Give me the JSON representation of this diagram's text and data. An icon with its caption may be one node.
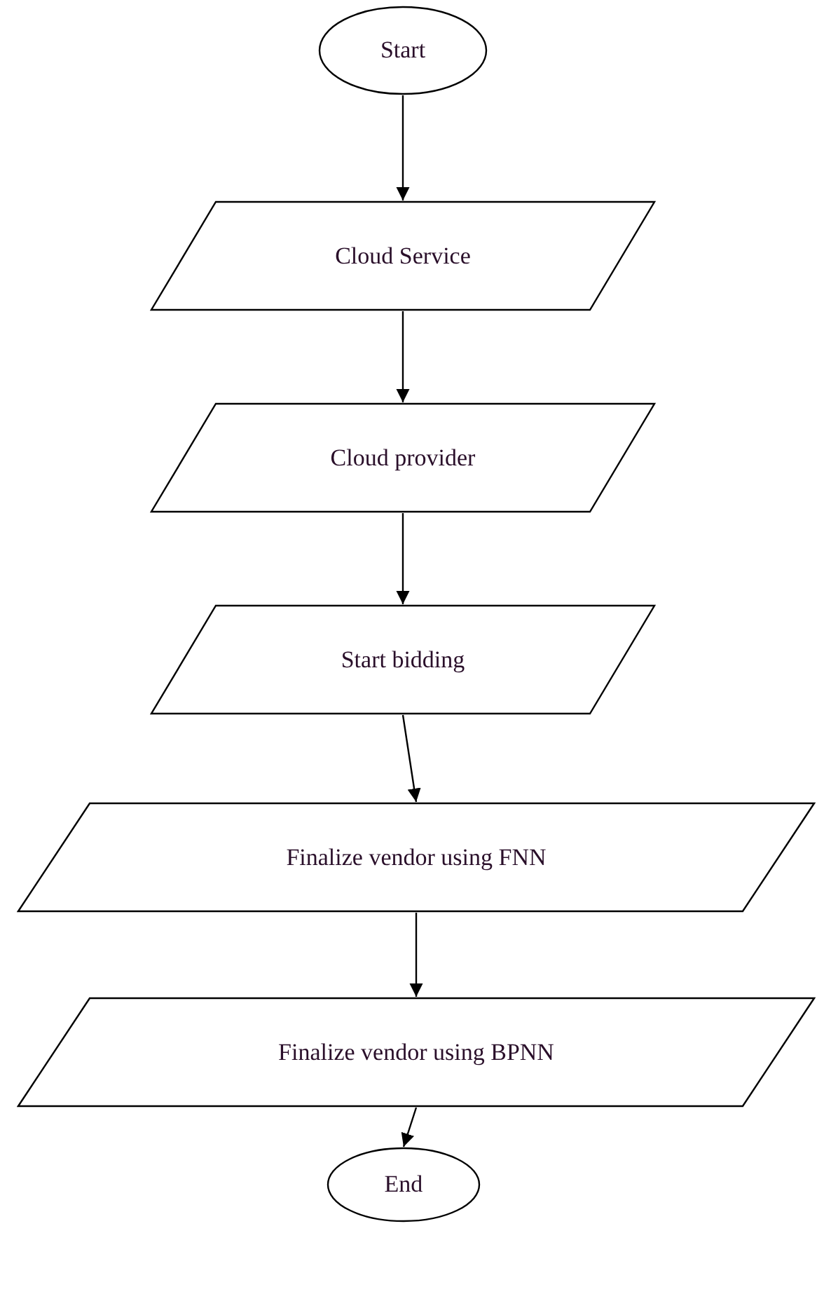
{
  "diagram": {
    "nodes": [
      {
        "text": [
          "Start"
        ]
      },
      {
        "text": [
          "Cloud Service"
        ]
      },
      {
        "text": [
          "Cloud provider"
        ]
      },
      {
        "text": [
          "Start bidding"
        ]
      },
      {
        "text": [
          "Finalize vendor using FNN"
        ]
      },
      {
        "text": [
          "Finalize vendor using BPNN"
        ]
      },
      {
        "text": [
          "End"
        ]
      }
    ],
    "edges": [
      {
        "from": 0,
        "to": 1,
        "arrow": "to"
      },
      {
        "from": 1,
        "to": 2,
        "arrow": "to"
      },
      {
        "from": 2,
        "to": 3,
        "arrow": "to"
      },
      {
        "from": 3,
        "to": 4,
        "arrow": "to"
      },
      {
        "from": 4,
        "to": 5,
        "arrow": "to"
      },
      {
        "from": 5,
        "to": 6,
        "arrow": "to"
      }
    ]
  }
}
